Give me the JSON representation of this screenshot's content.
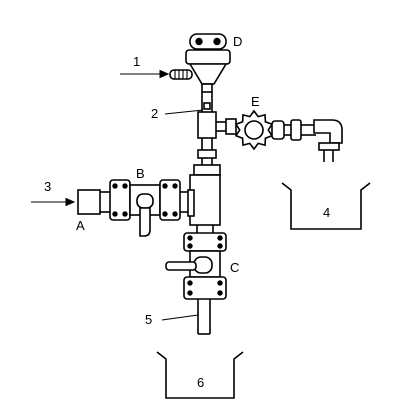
{
  "labels": {
    "l1": "1",
    "l2": "2",
    "l3": "3",
    "l4": "4",
    "l5": "5",
    "l6": "6",
    "a": "A",
    "b": "B",
    "c": "C",
    "d": "D",
    "e": "E"
  }
}
